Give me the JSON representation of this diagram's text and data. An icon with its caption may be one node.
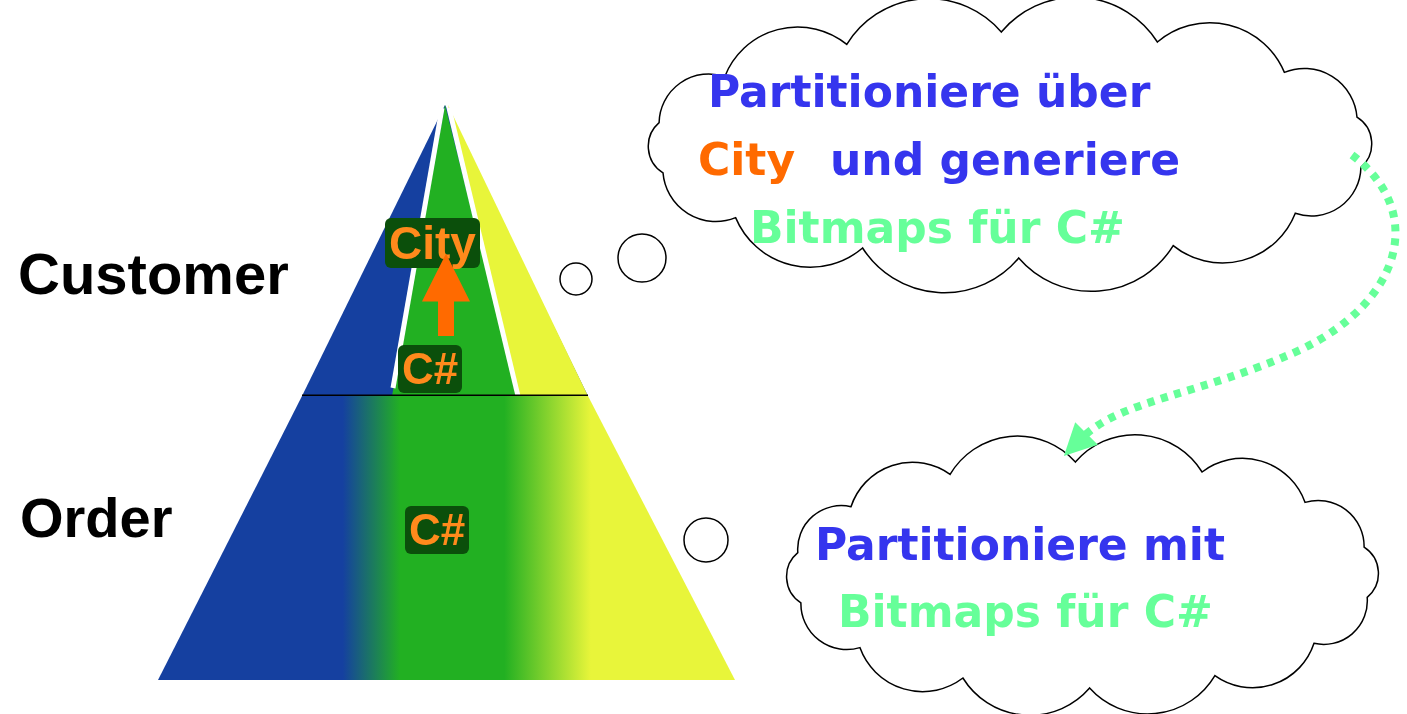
{
  "diagram": {
    "nodes": [
      {
        "text": [
          "Partitioniere über",
          "City",
          "und generiere",
          "Bitmaps für C#"
        ]
      },
      {
        "text": [
          "Partitioniere mit",
          "Bitmaps für C#"
        ]
      },
      {
        "text": [
          "Customer"
        ]
      },
      {
        "text": [
          "City"
        ],
        "in": 2
      },
      {
        "text": [
          "C#"
        ],
        "in": 2
      },
      {
        "text": [
          "Order",
          "C#"
        ]
      }
    ],
    "edges": [
      {
        "from": 0,
        "to": 1,
        "arrow": "to",
        "style": "dashed",
        "color": "#66ff99"
      },
      {
        "from": 4,
        "to": 3,
        "arrow": "to",
        "style": "thick",
        "color": "#ff6a00"
      }
    ]
  }
}
